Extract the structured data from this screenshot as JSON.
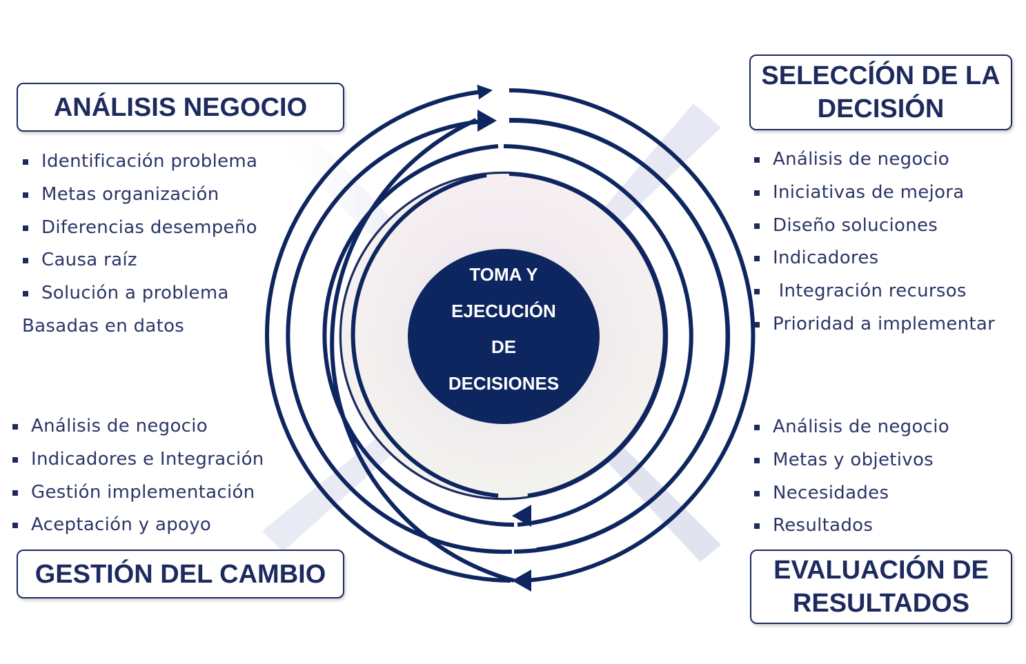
{
  "colors": {
    "navy": "#1c2a5e",
    "center_fill": "#0e2660",
    "text": "#2c3566"
  },
  "center": {
    "lines": [
      "TOMA Y",
      "EJECUCIÓN",
      "DE",
      "DECISIONES"
    ]
  },
  "stages": {
    "analisis": {
      "title_lines": [
        "ANÁLISIS NEGOCIO"
      ],
      "items": [
        "Identificación problema",
        "Metas organización",
        "Diferencias desempeño",
        "Causa raíz",
        "Solución a problema"
      ],
      "note": "Basadas en datos"
    },
    "seleccion": {
      "title_lines": [
        "SELECCÍÓN DE LA",
        "DECISIÓN"
      ],
      "items": [
        "Análisis de negocio",
        "Iniciativas de mejora",
        "Diseño soluciones",
        "Indicadores",
        " Integración recursos",
        "Prioridad a implementar"
      ]
    },
    "gestion": {
      "title_lines": [
        "GESTIÓN DEL CAMBIO"
      ],
      "items": [
        "Análisis de negocio",
        "Indicadores e Integración",
        "Gestión implementación",
        "Aceptación y apoyo"
      ]
    },
    "evaluacion": {
      "title_lines": [
        "EVALUACIÓN DE",
        "RESULTADOS"
      ],
      "items": [
        "Análisis de negocio",
        "Metas y objetivos",
        "Necesidades",
        "Resultados"
      ]
    }
  }
}
